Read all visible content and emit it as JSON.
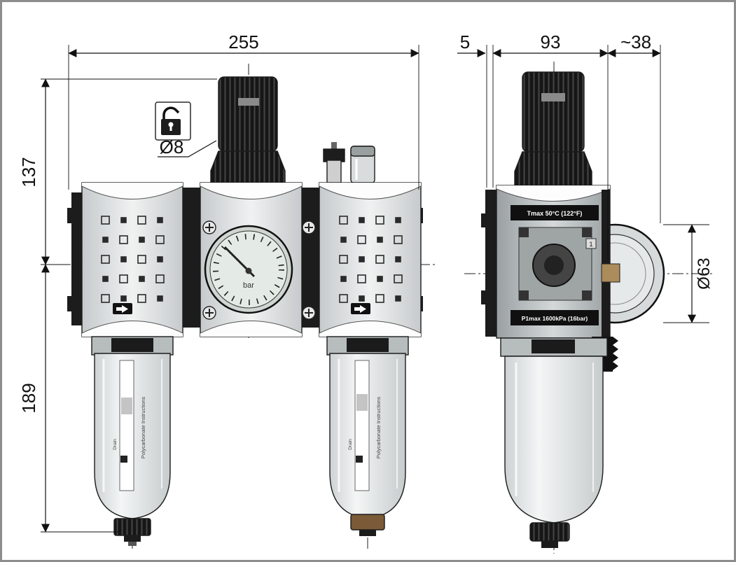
{
  "dimensions": {
    "overall_width": "255",
    "upper_height": "137",
    "lower_height": "189",
    "spacer": "5",
    "body_width": "93",
    "gauge_depth": "~38",
    "lock_hole_diameter": "Ø8",
    "gauge_diameter": "Ø63"
  },
  "gauge": {
    "unit": "bar"
  },
  "side_view": {
    "top_plate": "Tmax 50°C (122°F)",
    "bottom_plate": "P1max 1600kPa (16bar)",
    "port_marker": "1"
  },
  "bowl": {
    "instructions": "Polycarbonate Instructions",
    "drain_label": "Drain"
  }
}
